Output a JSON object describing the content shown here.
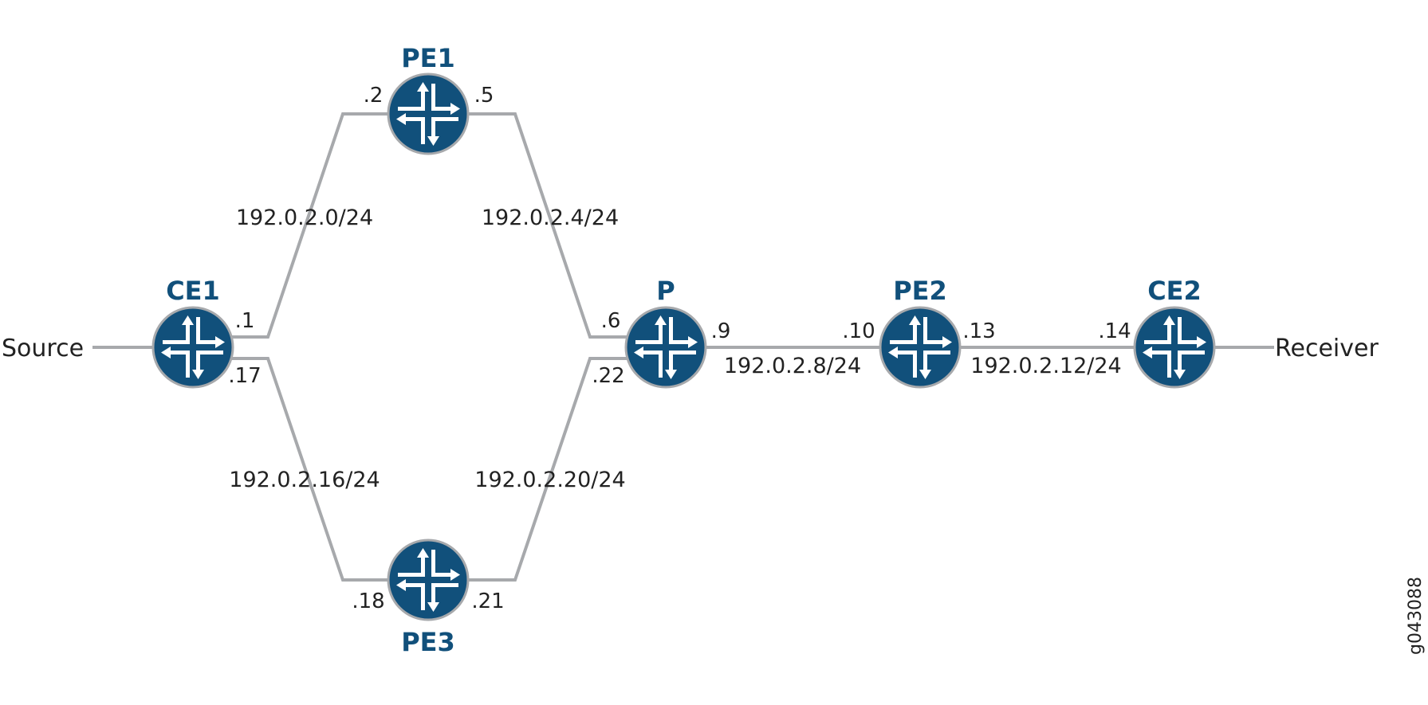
{
  "colors": {
    "router_fill": "#11507b",
    "link_stroke": "#a7a9ac",
    "node_label": "#11507b",
    "text": "#222222"
  },
  "icons": {
    "router": "router-icon"
  },
  "nodes": {
    "ce1": "CE1",
    "pe1": "PE1",
    "pe3": "PE3",
    "p": "P",
    "pe2": "PE2",
    "ce2": "CE2"
  },
  "endpoints": {
    "source": "Source",
    "receiver": "Receiver"
  },
  "subnets": {
    "ce1_pe1": "192.0.2.0/24",
    "pe1_p": "192.0.2.4/24",
    "p_pe2": "192.0.2.8/24",
    "pe2_ce2": "192.0.2.12/24",
    "ce1_pe3": "192.0.2.16/24",
    "pe3_p": "192.0.2.20/24"
  },
  "interfaces": {
    "ce1_to_pe1": ".1",
    "pe1_to_ce1": ".2",
    "pe1_to_p": ".5",
    "p_to_pe1": ".6",
    "p_to_pe2": ".9",
    "pe2_to_p": ".10",
    "pe2_to_ce2": ".13",
    "ce2_to_pe2": ".14",
    "ce1_to_pe3": ".17",
    "pe3_to_ce1": ".18",
    "pe3_to_p": ".21",
    "p_to_pe3": ".22"
  },
  "figure_id": "g043088"
}
